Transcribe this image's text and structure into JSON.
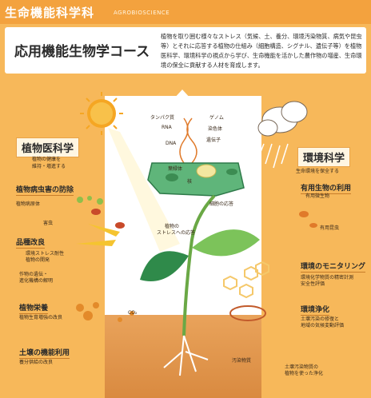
{
  "header": {
    "dept_title": "生命機能科学科",
    "dept_sub": "AGROBIOSCIENCE"
  },
  "course": {
    "title": "応用機能生物学コース",
    "description": "植物を取り囲む様々なストレス（気候、土、養分、環境汚染物質、病気や昆虫等）とそれに応答する植物の仕組み（細胞構造、シグナル、遺伝子等）を植物医科学、環境科学の視点から学び、生命機能を活かした農作物の増産、生命環境の保全に貢献する人材を育成します。"
  },
  "left": {
    "category": "植物医科学",
    "category_desc": [
      "植物の健康を",
      "維持・増進する"
    ],
    "sections": [
      {
        "title": "植物病虫害の防除",
        "items": [
          "植物病原体",
          "害虫"
        ]
      },
      {
        "title": "品種改良",
        "items": [
          "環境ストレス耐性",
          "植物の開発",
          "作物の遺伝・",
          "進化機構の解明"
        ]
      },
      {
        "title": "植物栄養",
        "items": [
          "植物生育増強の改良"
        ]
      },
      {
        "title": "土壌の機能利用",
        "items": [
          "養分供給の改良"
        ]
      }
    ]
  },
  "right": {
    "category": "環境科学",
    "category_desc": "生命環境を保全する",
    "sections": [
      {
        "title": "有用生物の利用",
        "items": [
          "有用微生物",
          "有用昆虫"
        ]
      },
      {
        "title": "環境のモニタリング",
        "items": [
          "環境化学物質の精密計測",
          "安全性評価"
        ]
      },
      {
        "title": "環境浄化",
        "items": [
          "土壌汚染の修復と",
          "地域の気候変動評価"
        ]
      }
    ],
    "bottom": [
      "土壌汚染物質の",
      "植物を使った浄化"
    ]
  },
  "center": {
    "molecules": [
      "タンパク質",
      "RNA",
      "DNA",
      "ゲノム",
      "染色体",
      "遺伝子"
    ],
    "cell_labels": [
      "葉緑体",
      "核"
    ],
    "cell_response": "細胞の応答",
    "stress_response": [
      "植物の",
      "ストレスへの応答"
    ],
    "co2": "CO₂",
    "pollutant": "汚染物質"
  },
  "colors": {
    "accent": "#f3a23e",
    "background": "#f7b85a",
    "green": "#2f9a5a",
    "leaf": "#7cbf5a"
  }
}
